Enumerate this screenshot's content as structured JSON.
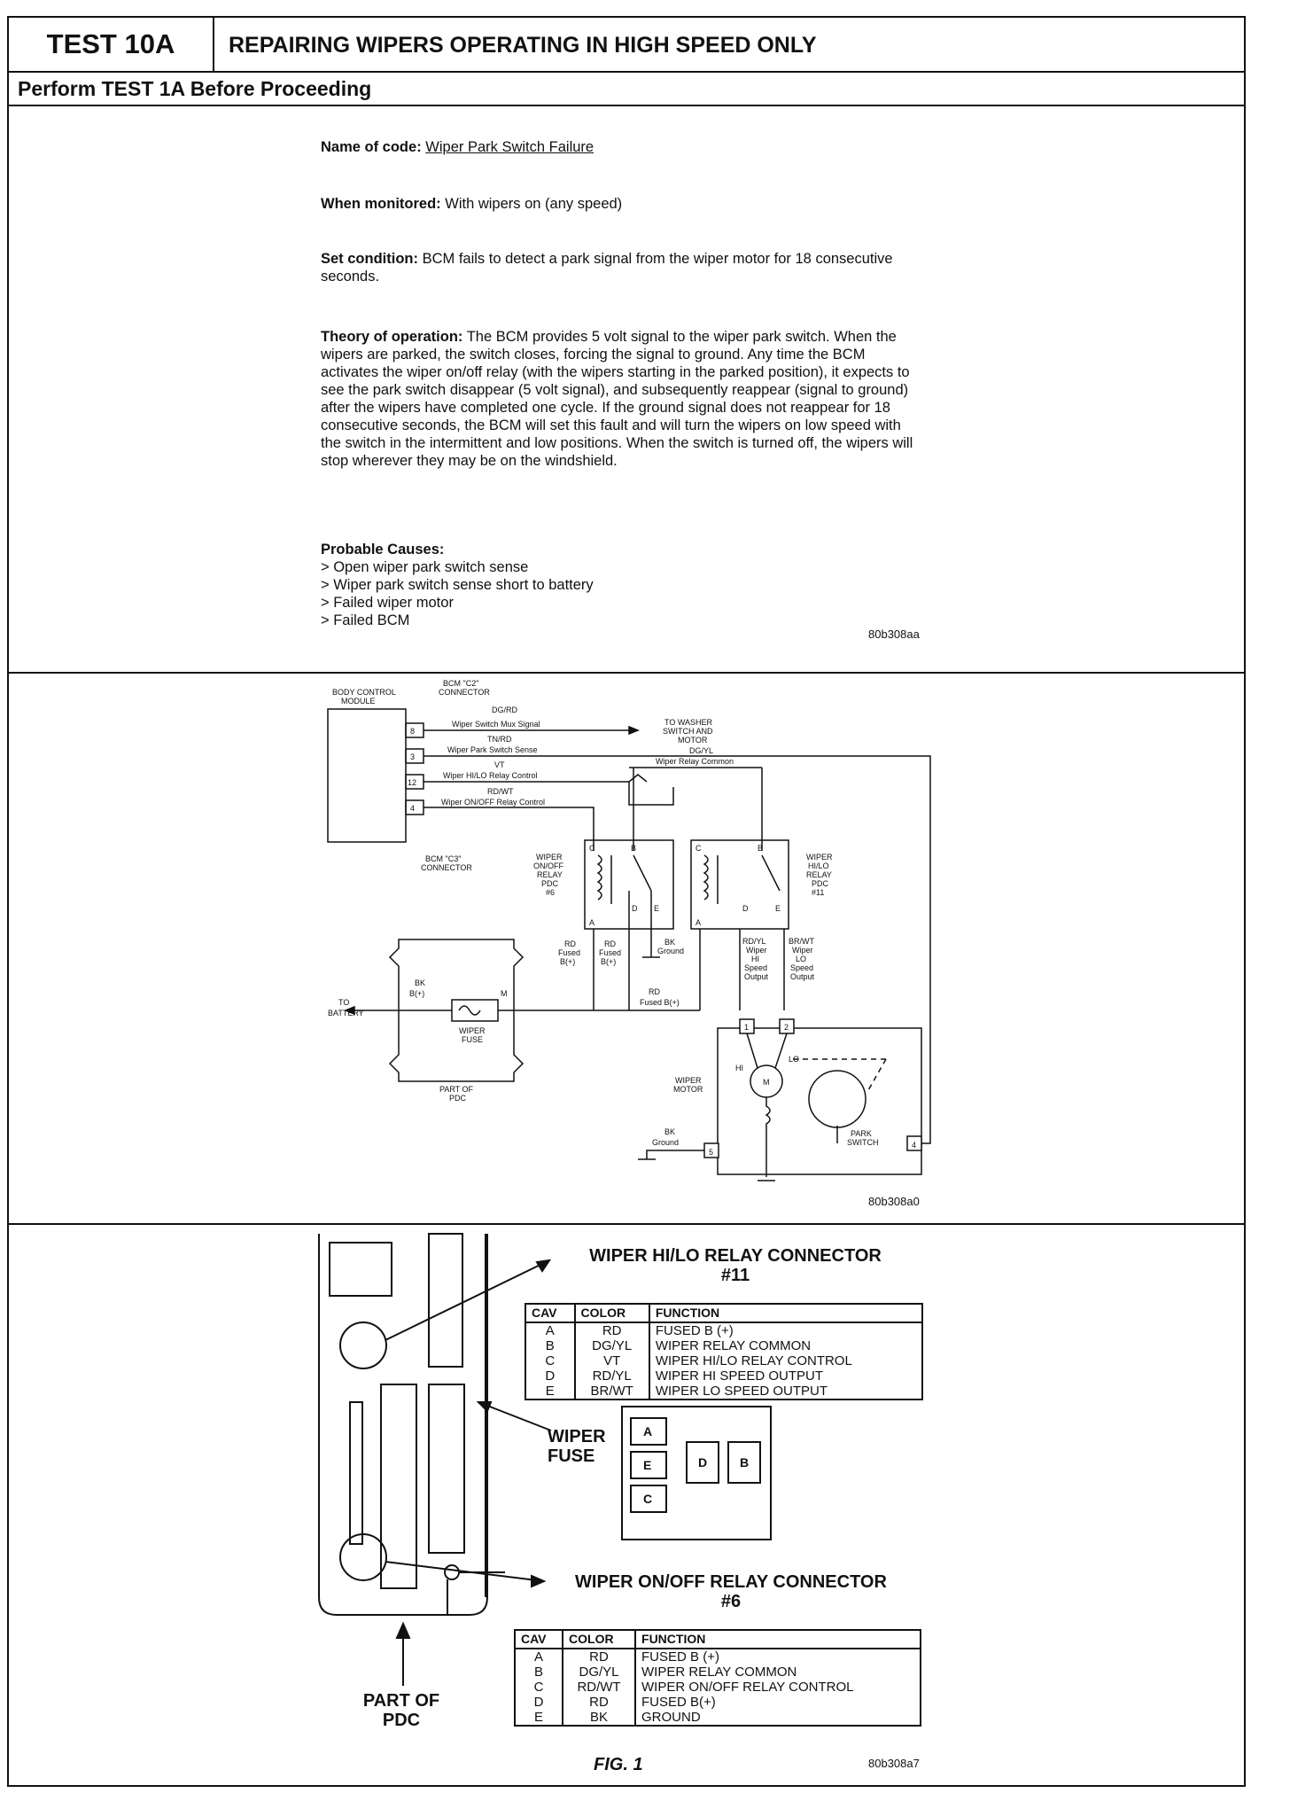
{
  "header": {
    "test_id": "TEST 10A",
    "title": "REPAIRING WIPERS OPERATING IN HIGH SPEED ONLY",
    "prereq": "Perform TEST 1A Before Proceeding"
  },
  "info": {
    "name_of_code_label": "Name of code:",
    "name_of_code_value": "Wiper Park Switch Failure",
    "when_monitored_label": "When monitored:",
    "when_monitored_value": "With wipers on (any speed)",
    "set_condition_label": "Set condition:",
    "set_condition_value": "BCM fails to detect a park signal from the wiper motor for 18 consecutive seconds.",
    "theory_label": "Theory of operation:",
    "theory_value": "The BCM provides 5 volt signal to the wiper park switch. When the wipers are parked, the switch closes, forcing the signal to ground. Any time the BCM activates the wiper on/off relay (with the wipers starting in the parked position), it expects to see the park switch disappear (5 volt signal), and subsequently reappear (signal to ground) after the wipers have completed one cycle. If the ground signal does not reappear for 18 consecutive seconds, the BCM will set this fault and will turn the wipers on low speed with the switch in the intermittent and low positions. When the switch is turned off, the wipers will stop wherever they may be on the windshield.",
    "causes_label": "Probable Causes:",
    "causes": [
      "> Open wiper park switch sense",
      "> Wiper park switch sense short to battery",
      "> Failed wiper motor",
      "> Failed BCM"
    ],
    "code": "80b308aa"
  },
  "schematic": {
    "code": "80b308a0",
    "labels": {
      "bcm": "BODY CONTROL",
      "bcm2": "MODULE",
      "c2a": "BCM \"C2\"",
      "c2b": "CONNECTOR",
      "c3a": "BCM \"C3\"",
      "c3b": "CONNECTOR",
      "pin8": "8",
      "pin3": "3",
      "pin12": "12",
      "pin4": "4",
      "w_dgrd": "DG/RD",
      "w_mux": "Wiper Switch Mux Signal",
      "w_tnrd": "TN/RD",
      "w_park": "Wiper Park Switch Sense",
      "washer1": "TO WASHER",
      "washer2": "SWITCH AND",
      "washer3": "MOTOR",
      "w_dgyl": "DG/YL",
      "w_common": "Wiper Relay Common",
      "w_vt": "VT",
      "w_hilo": "Wiper HI/LO Relay Control",
      "w_rdwt": "RD/WT",
      "w_onoff": "Wiper ON/OFF Relay Control",
      "relay1_a": "WIPER",
      "relay1_b": "ON/OFF",
      "relay1_c": "RELAY",
      "relay1_d": "PDC",
      "relay1_e": "#6",
      "relay2_a": "WIPER",
      "relay2_b": "HI/LO",
      "relay2_c": "RELAY",
      "relay2_d": "PDC",
      "relay2_e": "#11",
      "pC": "C",
      "pB": "B",
      "pA": "A",
      "pD": "D",
      "pE": "E",
      "rd": "RD",
      "fused": "Fused",
      "b_plus": "B(+)",
      "bk": "BK",
      "ground": "Ground",
      "rd_fused_b": "Fused B(+)",
      "rdyl": "RD/YL",
      "brwt": "BR/WT",
      "wiper": "Wiper",
      "hi": "HI",
      "lo": "LO",
      "speed": "Speed",
      "output": "Output",
      "to": "TO",
      "battery": "BATTERY",
      "fuse_m": "M",
      "fuse_a": "WIPER",
      "fuse_b": "FUSE",
      "part_of": "PART OF",
      "pdc": "PDC",
      "motor_a": "WIPER",
      "motor_b": "MOTOR",
      "motor_m": "M",
      "park_a": "PARK",
      "park_b": "SWITCH",
      "pin1": "1",
      "pin2": "2",
      "pin5": "5",
      "pin4b": "4"
    }
  },
  "connectors": {
    "hilo_title": "WIPER HI/LO RELAY CONNECTOR",
    "hilo_num": "#11",
    "onoff_title": "WIPER ON/OFF RELAY CONNECTOR",
    "onoff_num": "#6",
    "col_cav": "CAV",
    "col_color": "COLOR",
    "col_function": "FUNCTION",
    "hilo_rows": [
      {
        "cav": "A",
        "color": "RD",
        "function": "FUSED B (+)"
      },
      {
        "cav": "B",
        "color": "DG/YL",
        "function": "WIPER RELAY COMMON"
      },
      {
        "cav": "C",
        "color": "VT",
        "function": "WIPER HI/LO RELAY CONTROL"
      },
      {
        "cav": "D",
        "color": "RD/YL",
        "function": "WIPER HI SPEED OUTPUT"
      },
      {
        "cav": "E",
        "color": "BR/WT",
        "function": "WIPER LO SPEED OUTPUT"
      }
    ],
    "onoff_rows": [
      {
        "cav": "A",
        "color": "RD",
        "function": "FUSED B (+)"
      },
      {
        "cav": "B",
        "color": "DG/YL",
        "function": "WIPER RELAY COMMON"
      },
      {
        "cav": "C",
        "color": "RD/WT",
        "function": "WIPER ON/OFF RELAY CONTROL"
      },
      {
        "cav": "D",
        "color": "RD",
        "function": "FUSED B(+)"
      },
      {
        "cav": "E",
        "color": "BK",
        "function": "GROUND"
      }
    ],
    "wiper_fuse_a": "WIPER",
    "wiper_fuse_b": "FUSE",
    "part_of_a": "PART OF",
    "part_of_b": "PDC",
    "pin_A": "A",
    "pin_B": "B",
    "pin_C": "C",
    "pin_D": "D",
    "pin_E": "E",
    "fig": "FIG. 1",
    "code": "80b308a7"
  }
}
